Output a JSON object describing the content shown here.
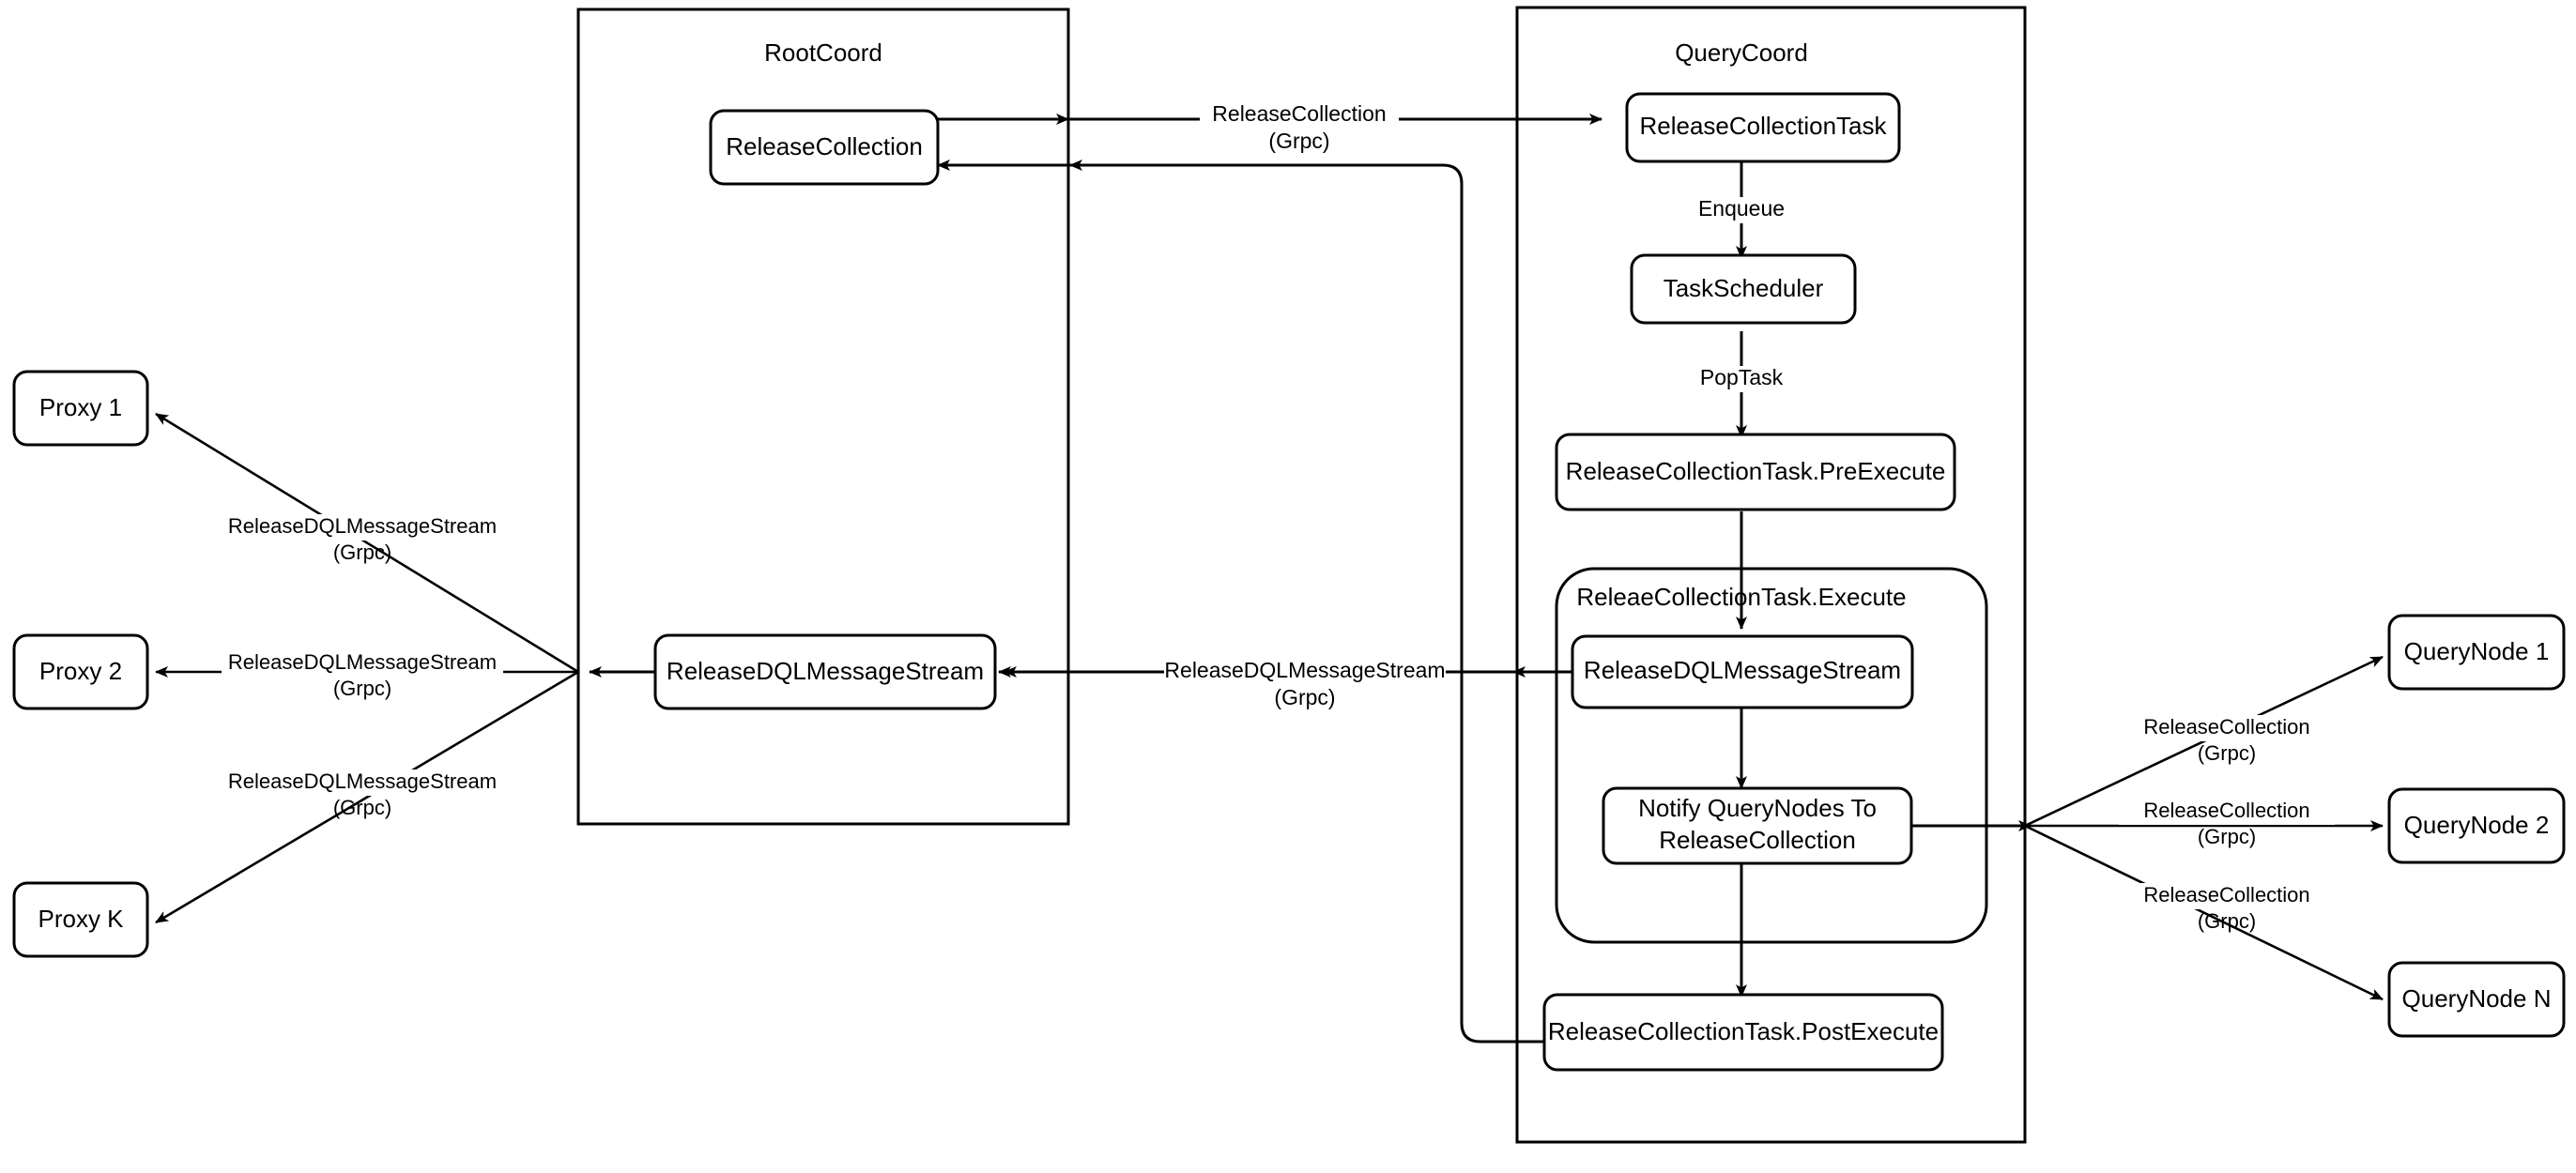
{
  "diagram": {
    "title": "Milvus ReleaseCollection flow",
    "background_color": "#ffffff",
    "stroke_color": "#000000"
  },
  "groups": {
    "root_coord": {
      "title": "RootCoord"
    },
    "query_coord": {
      "title": "QueryCoord"
    },
    "execute_group": {
      "title": "ReleaeCollectionTask.Execute"
    }
  },
  "nodes": {
    "proxy_1": {
      "label": "Proxy 1"
    },
    "proxy_2": {
      "label": "Proxy 2"
    },
    "proxy_k": {
      "label": "Proxy K"
    },
    "root_release_collection": {
      "label": "ReleaseCollection"
    },
    "root_release_dql": {
      "label": "ReleaseDQLMessageStream"
    },
    "release_collection_task": {
      "label": "ReleaseCollectionTask"
    },
    "task_scheduler": {
      "label": "TaskScheduler"
    },
    "pre_execute": {
      "label": "ReleaseCollectionTask.PreExecute"
    },
    "exec_release_dql": {
      "label": "ReleaseDQLMessageStream"
    },
    "notify_query_nodes_line1": {
      "label": "Notify QueryNodes To"
    },
    "notify_query_nodes_line2": {
      "label": "ReleaseCollection"
    },
    "post_execute": {
      "label": "ReleaseCollectionTask.PostExecute"
    },
    "query_node_1": {
      "label": "QueryNode 1"
    },
    "query_node_2": {
      "label": "QueryNode 2"
    },
    "query_node_n": {
      "label": "QueryNode N"
    }
  },
  "edge_labels": {
    "root_to_query_release": {
      "line1": "ReleaseCollection",
      "line2": "(Grpc)"
    },
    "query_to_root_dql": {
      "line1": "ReleaseDQLMessageStream",
      "line2": "(Grpc)"
    },
    "root_to_proxy_1": {
      "line1": "ReleaseDQLMessageStream",
      "line2": "(Grpc)"
    },
    "root_to_proxy_2": {
      "line1": "ReleaseDQLMessageStream",
      "line2": "(Grpc)"
    },
    "root_to_proxy_k": {
      "line1": "ReleaseDQLMessageStream",
      "line2": "(Grpc)"
    },
    "query_to_node_1": {
      "line1": "ReleaseCollection",
      "line2": "(Grpc)"
    },
    "query_to_node_2": {
      "line1": "ReleaseCollection",
      "line2": "(Grpc)"
    },
    "query_to_node_n": {
      "line1": "ReleaseCollection",
      "line2": "(Grpc)"
    },
    "enqueue": {
      "line1": "Enqueue"
    },
    "pop_task": {
      "line1": "PopTask"
    }
  }
}
